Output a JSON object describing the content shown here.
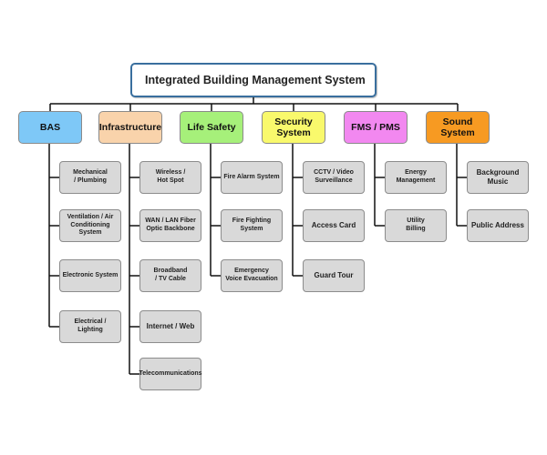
{
  "root": {
    "label": "Integrated Building Management System"
  },
  "categories": [
    {
      "label": "BAS",
      "color": "#7ec8f7",
      "children": [
        "Mechanical\n/ Plumbing",
        "Ventilation / Air\nConditioning System",
        "Electronic System",
        "Electrical /\nLighting"
      ]
    },
    {
      "label": "Infrastructure",
      "color": "#f9d3ab",
      "children": [
        "Wireless /\nHot Spot",
        "WAN / LAN Fiber\nOptic Backbone",
        "Broadband\n/ TV Cable",
        "Internet / Web",
        "Telecommunications"
      ]
    },
    {
      "label": "Life Safety",
      "color": "#a6f07a",
      "children": [
        "Fire Alarm System",
        "Fire Fighting\nSystem",
        "Emergency\nVoice Evacuation"
      ]
    },
    {
      "label": "Security\nSystem",
      "color": "#f9f96c",
      "children": [
        "CCTV / Video\nSurveillance",
        "Access Card",
        "Guard Tour"
      ]
    },
    {
      "label": "FMS / PMS",
      "color": "#f288f0",
      "children": [
        "Energy\nManagement",
        "Utility\nBilling"
      ]
    },
    {
      "label": "Sound System",
      "color": "#f79a22",
      "children": [
        "Background\nMusic",
        "Public Address"
      ]
    }
  ]
}
